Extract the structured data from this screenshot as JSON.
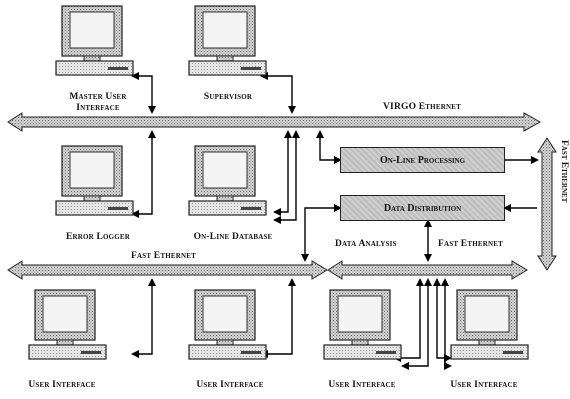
{
  "labels": {
    "master_ui": [
      "Master User",
      "Interface"
    ],
    "supervisor": "Supervisor",
    "virgo_ethernet": "VIRGO Ethernet",
    "error_logger": "Error Logger",
    "online_database": "On-Line Database",
    "fast_ethernet_left": "Fast Ethernet",
    "fast_ethernet_right": "Fast Ethernet",
    "fast_ethernet_vertical": "Fast Ethernet",
    "data_analysis": "Data Analysis",
    "ui_1": "User Interface",
    "ui_2": "User Interface",
    "ui_3": "User Interface",
    "ui_4": "User Interface"
  },
  "boxes": {
    "online_processing": "On-Line Processing",
    "data_distribution": "Data Distribution"
  }
}
